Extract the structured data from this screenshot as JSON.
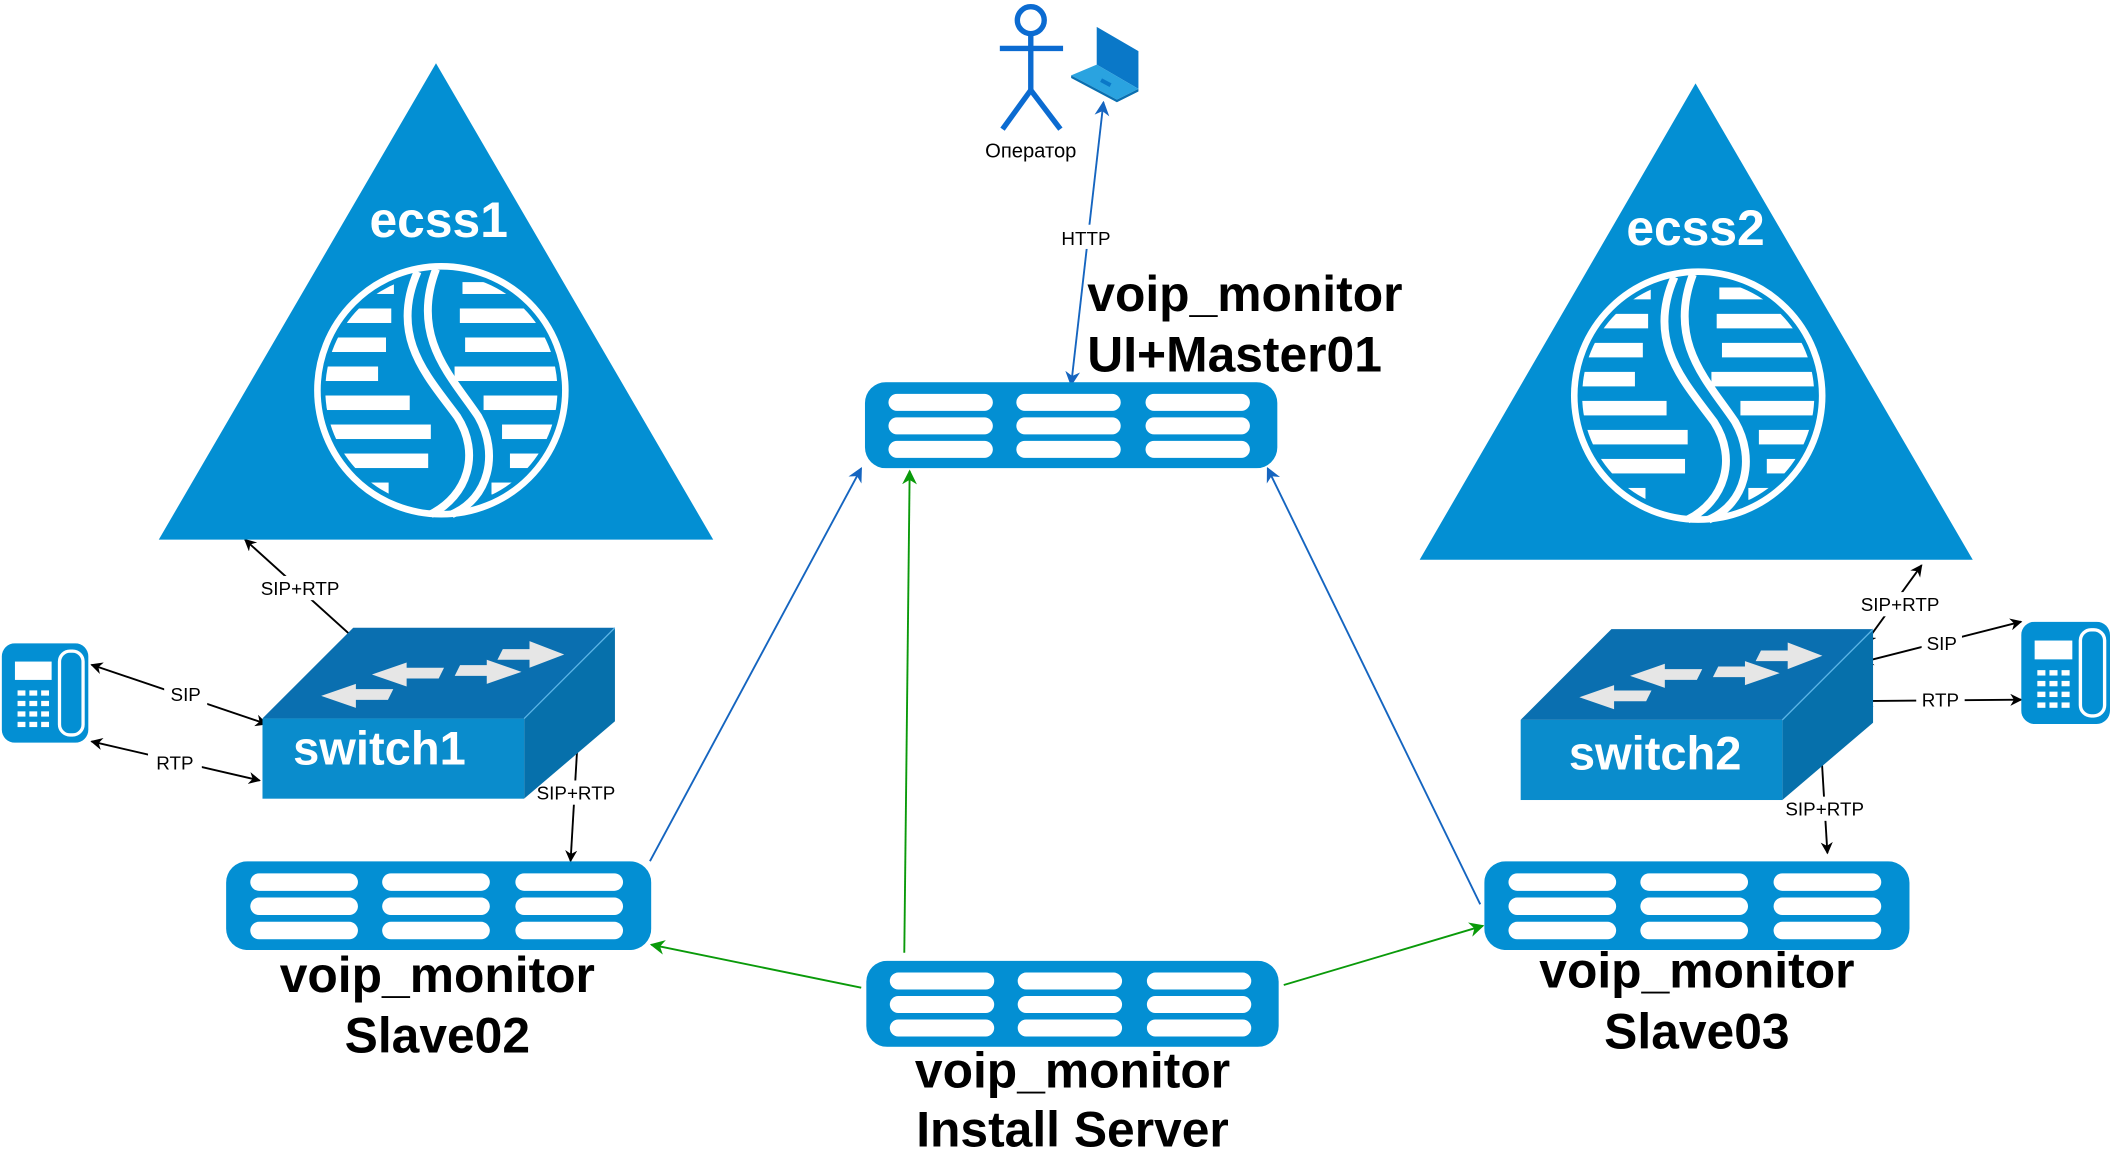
{
  "diagram": {
    "colors": {
      "node_blue": "#038fd3",
      "switch_top": "#0a6fb0",
      "switch_front": "#0a8ccc",
      "switch_side": "#0670ab",
      "blue_link": "#1565c0",
      "green_link": "#0a9a0a",
      "black_link": "#000000",
      "actor": "#0b6bd1"
    },
    "nodes": {
      "ecss1": {
        "label": "ecss1",
        "icon": "ecss-triangle-icon"
      },
      "ecss2": {
        "label": "ecss2",
        "icon": "ecss-triangle-icon"
      },
      "switch1": {
        "label": "switch1",
        "icon": "network-switch-icon"
      },
      "switch2": {
        "label": "switch2",
        "icon": "network-switch-icon"
      },
      "phone1": {
        "icon": "ip-phone-icon"
      },
      "phone2": {
        "icon": "ip-phone-icon"
      },
      "operator": {
        "label": "Оператор",
        "icon": "actor-icon"
      },
      "laptop": {
        "icon": "laptop-icon"
      },
      "master": {
        "line1": "voip_monitor",
        "line2": "UI+Master01",
        "icon": "server-rack-icon"
      },
      "slave02": {
        "line1": "voip_monitor",
        "line2": "Slave02",
        "icon": "server-rack-icon"
      },
      "slave03": {
        "line1": "voip_monitor",
        "line2": "Slave03",
        "icon": "server-rack-icon"
      },
      "install": {
        "line1": "voip_monitor",
        "line2": "Install Server",
        "icon": "server-rack-icon"
      }
    },
    "edges": {
      "http": {
        "label": "HTTP",
        "from": "laptop",
        "to": "master",
        "style": "blue-bidirectional"
      },
      "ecss1_switch1": {
        "label": "SIP+RTP",
        "from": "ecss1",
        "to": "switch1",
        "style": "black-bidirectional"
      },
      "phone1_sip": {
        "label": "SIP",
        "from": "phone1",
        "to": "switch1",
        "style": "black-bidirectional"
      },
      "phone1_rtp": {
        "label": "RTP",
        "from": "phone1",
        "to": "switch1",
        "style": "black-bidirectional"
      },
      "switch1_slave02": {
        "label": "SIP+RTP",
        "from": "switch1",
        "to": "slave02",
        "style": "black-directed"
      },
      "ecss2_switch2": {
        "label": "SIP+RTP",
        "from": "ecss2",
        "to": "switch2",
        "style": "black-bidirectional"
      },
      "phone2_sip": {
        "label": "SIP",
        "from": "phone2",
        "to": "switch2",
        "style": "black-bidirectional"
      },
      "phone2_rtp": {
        "label": "RTP",
        "from": "phone2",
        "to": "switch2",
        "style": "black-bidirectional"
      },
      "switch2_slave03": {
        "label": "SIP+RTP",
        "from": "switch2",
        "to": "slave03",
        "style": "black-directed"
      },
      "slave02_master": {
        "from": "slave02",
        "to": "master",
        "style": "blue-directed"
      },
      "slave03_master": {
        "from": "slave03",
        "to": "master",
        "style": "blue-directed"
      },
      "install_master": {
        "from": "install",
        "to": "master",
        "style": "green-directed"
      },
      "install_slave02": {
        "from": "install",
        "to": "slave02",
        "style": "green-directed"
      },
      "install_slave03": {
        "from": "install",
        "to": "slave03",
        "style": "green-directed"
      }
    }
  }
}
